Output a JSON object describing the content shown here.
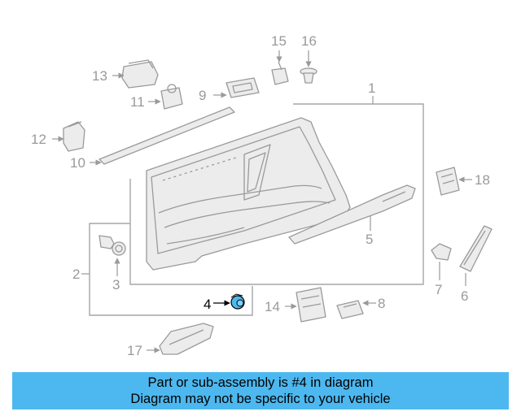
{
  "diagram": {
    "callouts": [
      "1",
      "2",
      "3",
      "4",
      "5",
      "6",
      "7",
      "8",
      "9",
      "10",
      "11",
      "12",
      "13",
      "14",
      "15",
      "16",
      "17",
      "18"
    ],
    "highlight_part": "4",
    "highlight_color": "#4db8ef",
    "line_color": "#9a9a9a"
  },
  "banner": {
    "line1": "Part or sub-assembly is #4 in diagram",
    "line2": "Diagram may not be specific to your vehicle",
    "background": "#4db8ef"
  }
}
